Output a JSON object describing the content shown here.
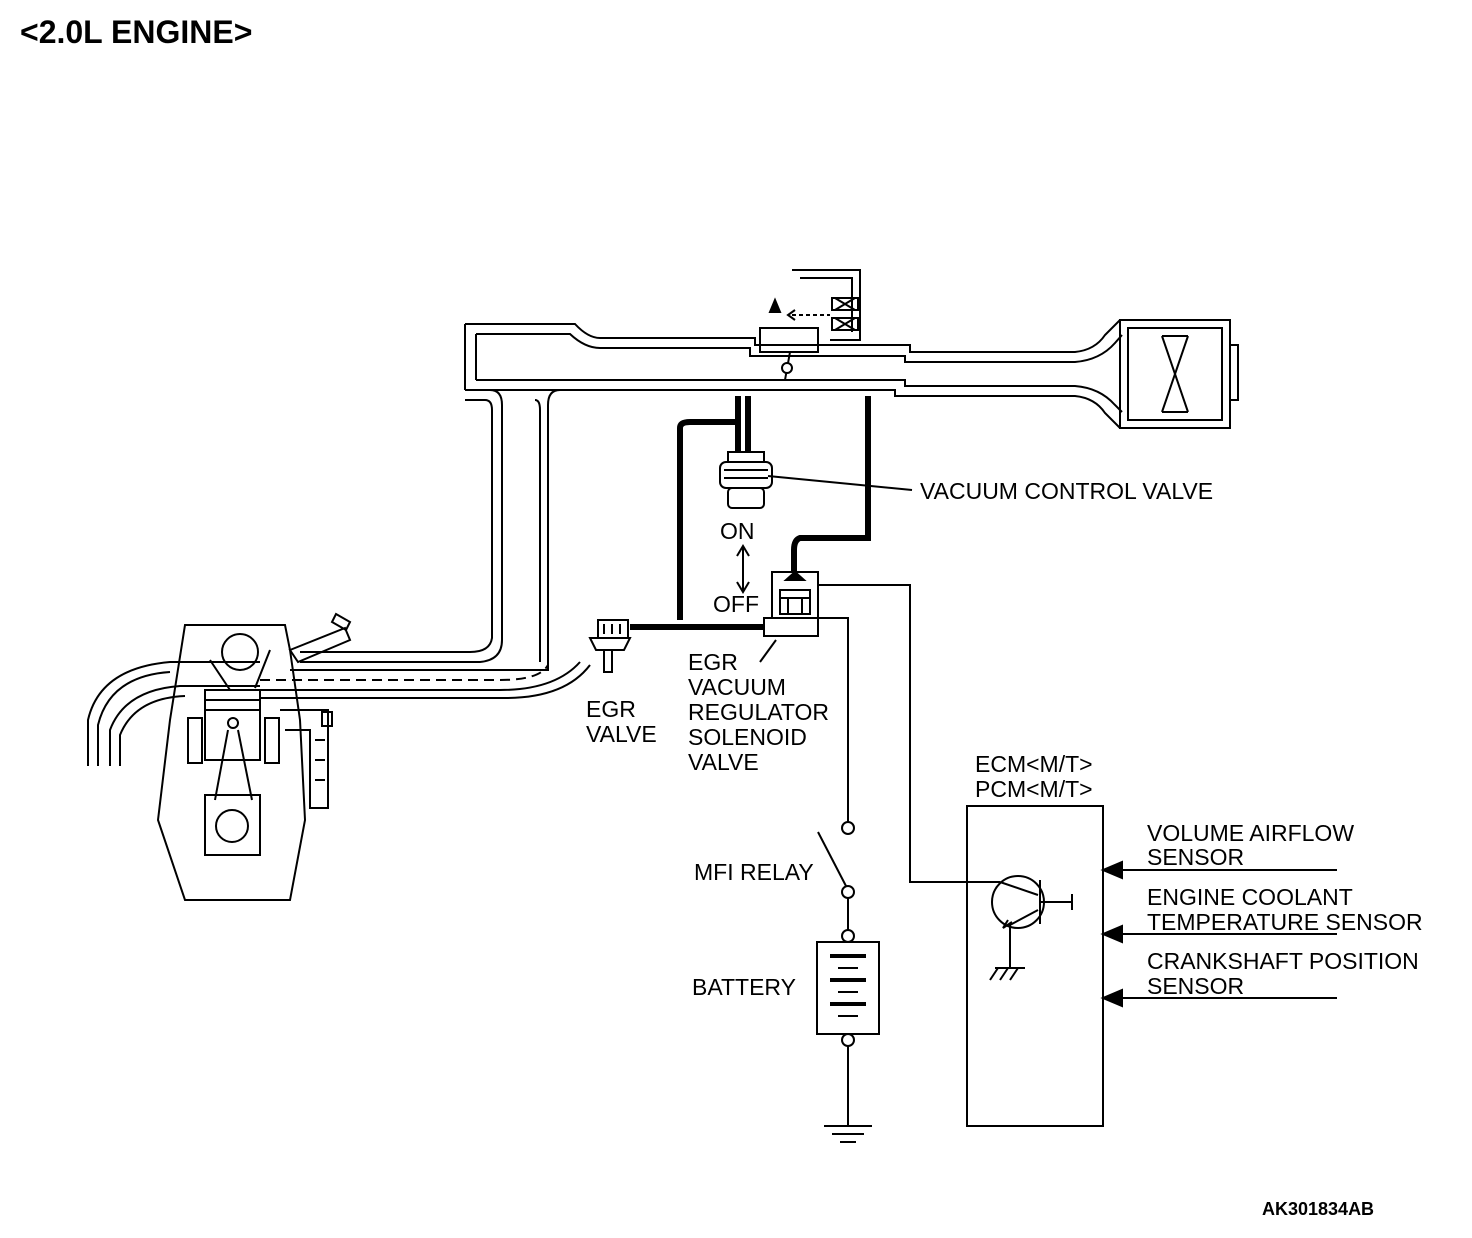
{
  "title": "<2.0L ENGINE>",
  "figure_code": "AK301834AB",
  "labels": {
    "vacuum_control_valve": "VACUUM CONTROL VALVE",
    "on": "ON",
    "off": "OFF",
    "egr_valve": [
      "EGR",
      "VALVE"
    ],
    "egr_vacuum_regulator": [
      "EGR",
      "VACUUM",
      "REGULATOR",
      "SOLENOID",
      "VALVE"
    ],
    "ecm_pcm": [
      "ECM<M/T>",
      "PCM<M/T>"
    ],
    "mfi_relay": "MFI RELAY",
    "battery": "BATTERY",
    "sensors": [
      [
        "VOLUME AIRFLOW",
        "SENSOR"
      ],
      [
        "ENGINE COOLANT",
        "TEMPERATURE SENSOR"
      ],
      [
        "CRANKSHAFT POSITION",
        "SENSOR"
      ]
    ]
  }
}
